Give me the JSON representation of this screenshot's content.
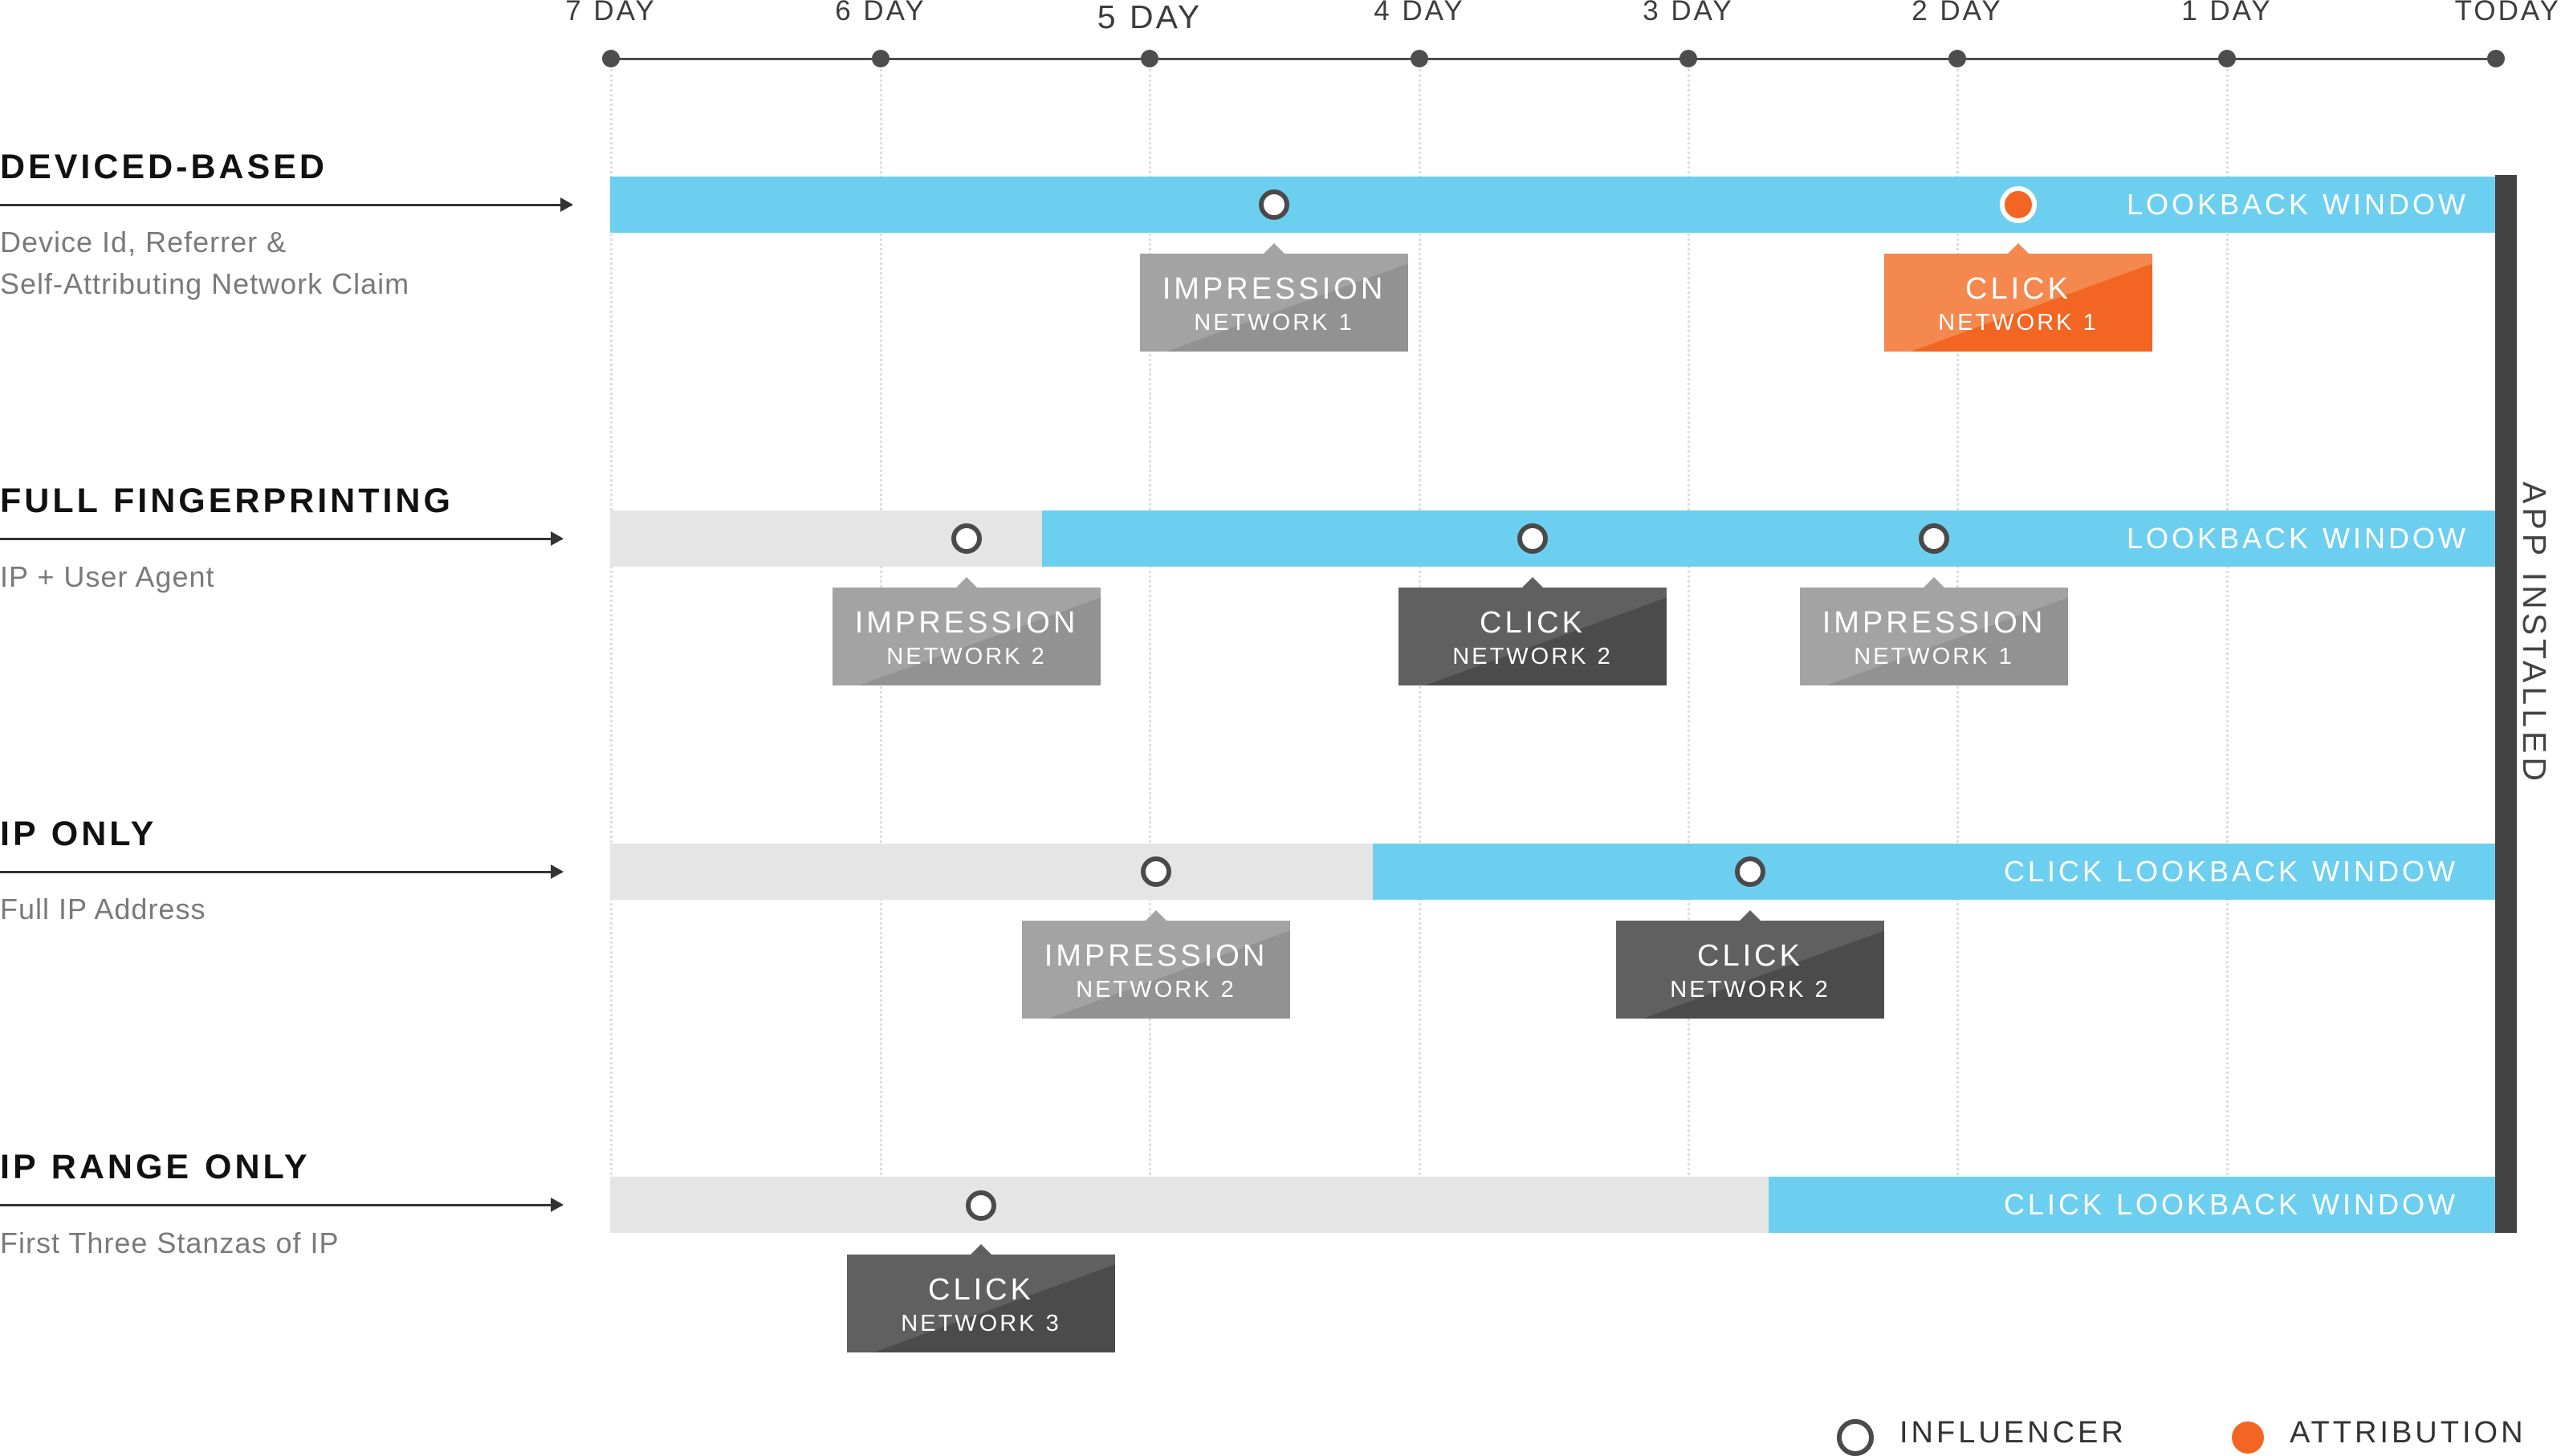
{
  "axis": {
    "labels": [
      "7 DAY",
      "6 DAY",
      "5 DAY",
      "4 DAY",
      "3 DAY",
      "2 DAY",
      "1 DAY",
      "TODAY"
    ]
  },
  "install_label": "APP INSTALLED",
  "rows": [
    {
      "title": "DEVICED-BASED",
      "subtitle": "Device Id, Referrer &\nSelf-Attributing Network Claim",
      "window_label": "LOOKBACK WINDOW",
      "events": [
        {
          "type": "IMPRESSION",
          "network": "NETWORK 1",
          "role": "influencer"
        },
        {
          "type": "CLICK",
          "network": "NETWORK 1",
          "role": "attribution"
        }
      ]
    },
    {
      "title": "FULL FINGERPRINTING",
      "subtitle": "IP + User Agent",
      "window_label": "LOOKBACK WINDOW",
      "events": [
        {
          "type": "IMPRESSION",
          "network": "NETWORK 2",
          "role": "influencer"
        },
        {
          "type": "CLICK",
          "network": "NETWORK 2",
          "role": "influencer"
        },
        {
          "type": "IMPRESSION",
          "network": "NETWORK 1",
          "role": "influencer"
        }
      ]
    },
    {
      "title": "IP ONLY",
      "subtitle": "Full IP Address",
      "window_label": "CLICK LOOKBACK WINDOW",
      "events": [
        {
          "type": "IMPRESSION",
          "network": "NETWORK 2",
          "role": "influencer"
        },
        {
          "type": "CLICK",
          "network": "NETWORK 2",
          "role": "influencer"
        }
      ]
    },
    {
      "title": "IP RANGE ONLY",
      "subtitle": "First Three Stanzas of IP",
      "window_label": "CLICK LOOKBACK WINDOW",
      "events": [
        {
          "type": "CLICK",
          "network": "NETWORK 3",
          "role": "influencer"
        }
      ]
    }
  ],
  "legend": {
    "influencer": "INFLUENCER",
    "attribution": "ATTRIBUTION"
  },
  "colors": {
    "window": "#6dcff0",
    "outside_window": "#e5e5e5",
    "attribution": "#f26522",
    "impression": "#a3a3a3",
    "click": "#606060",
    "install": "#434343"
  }
}
